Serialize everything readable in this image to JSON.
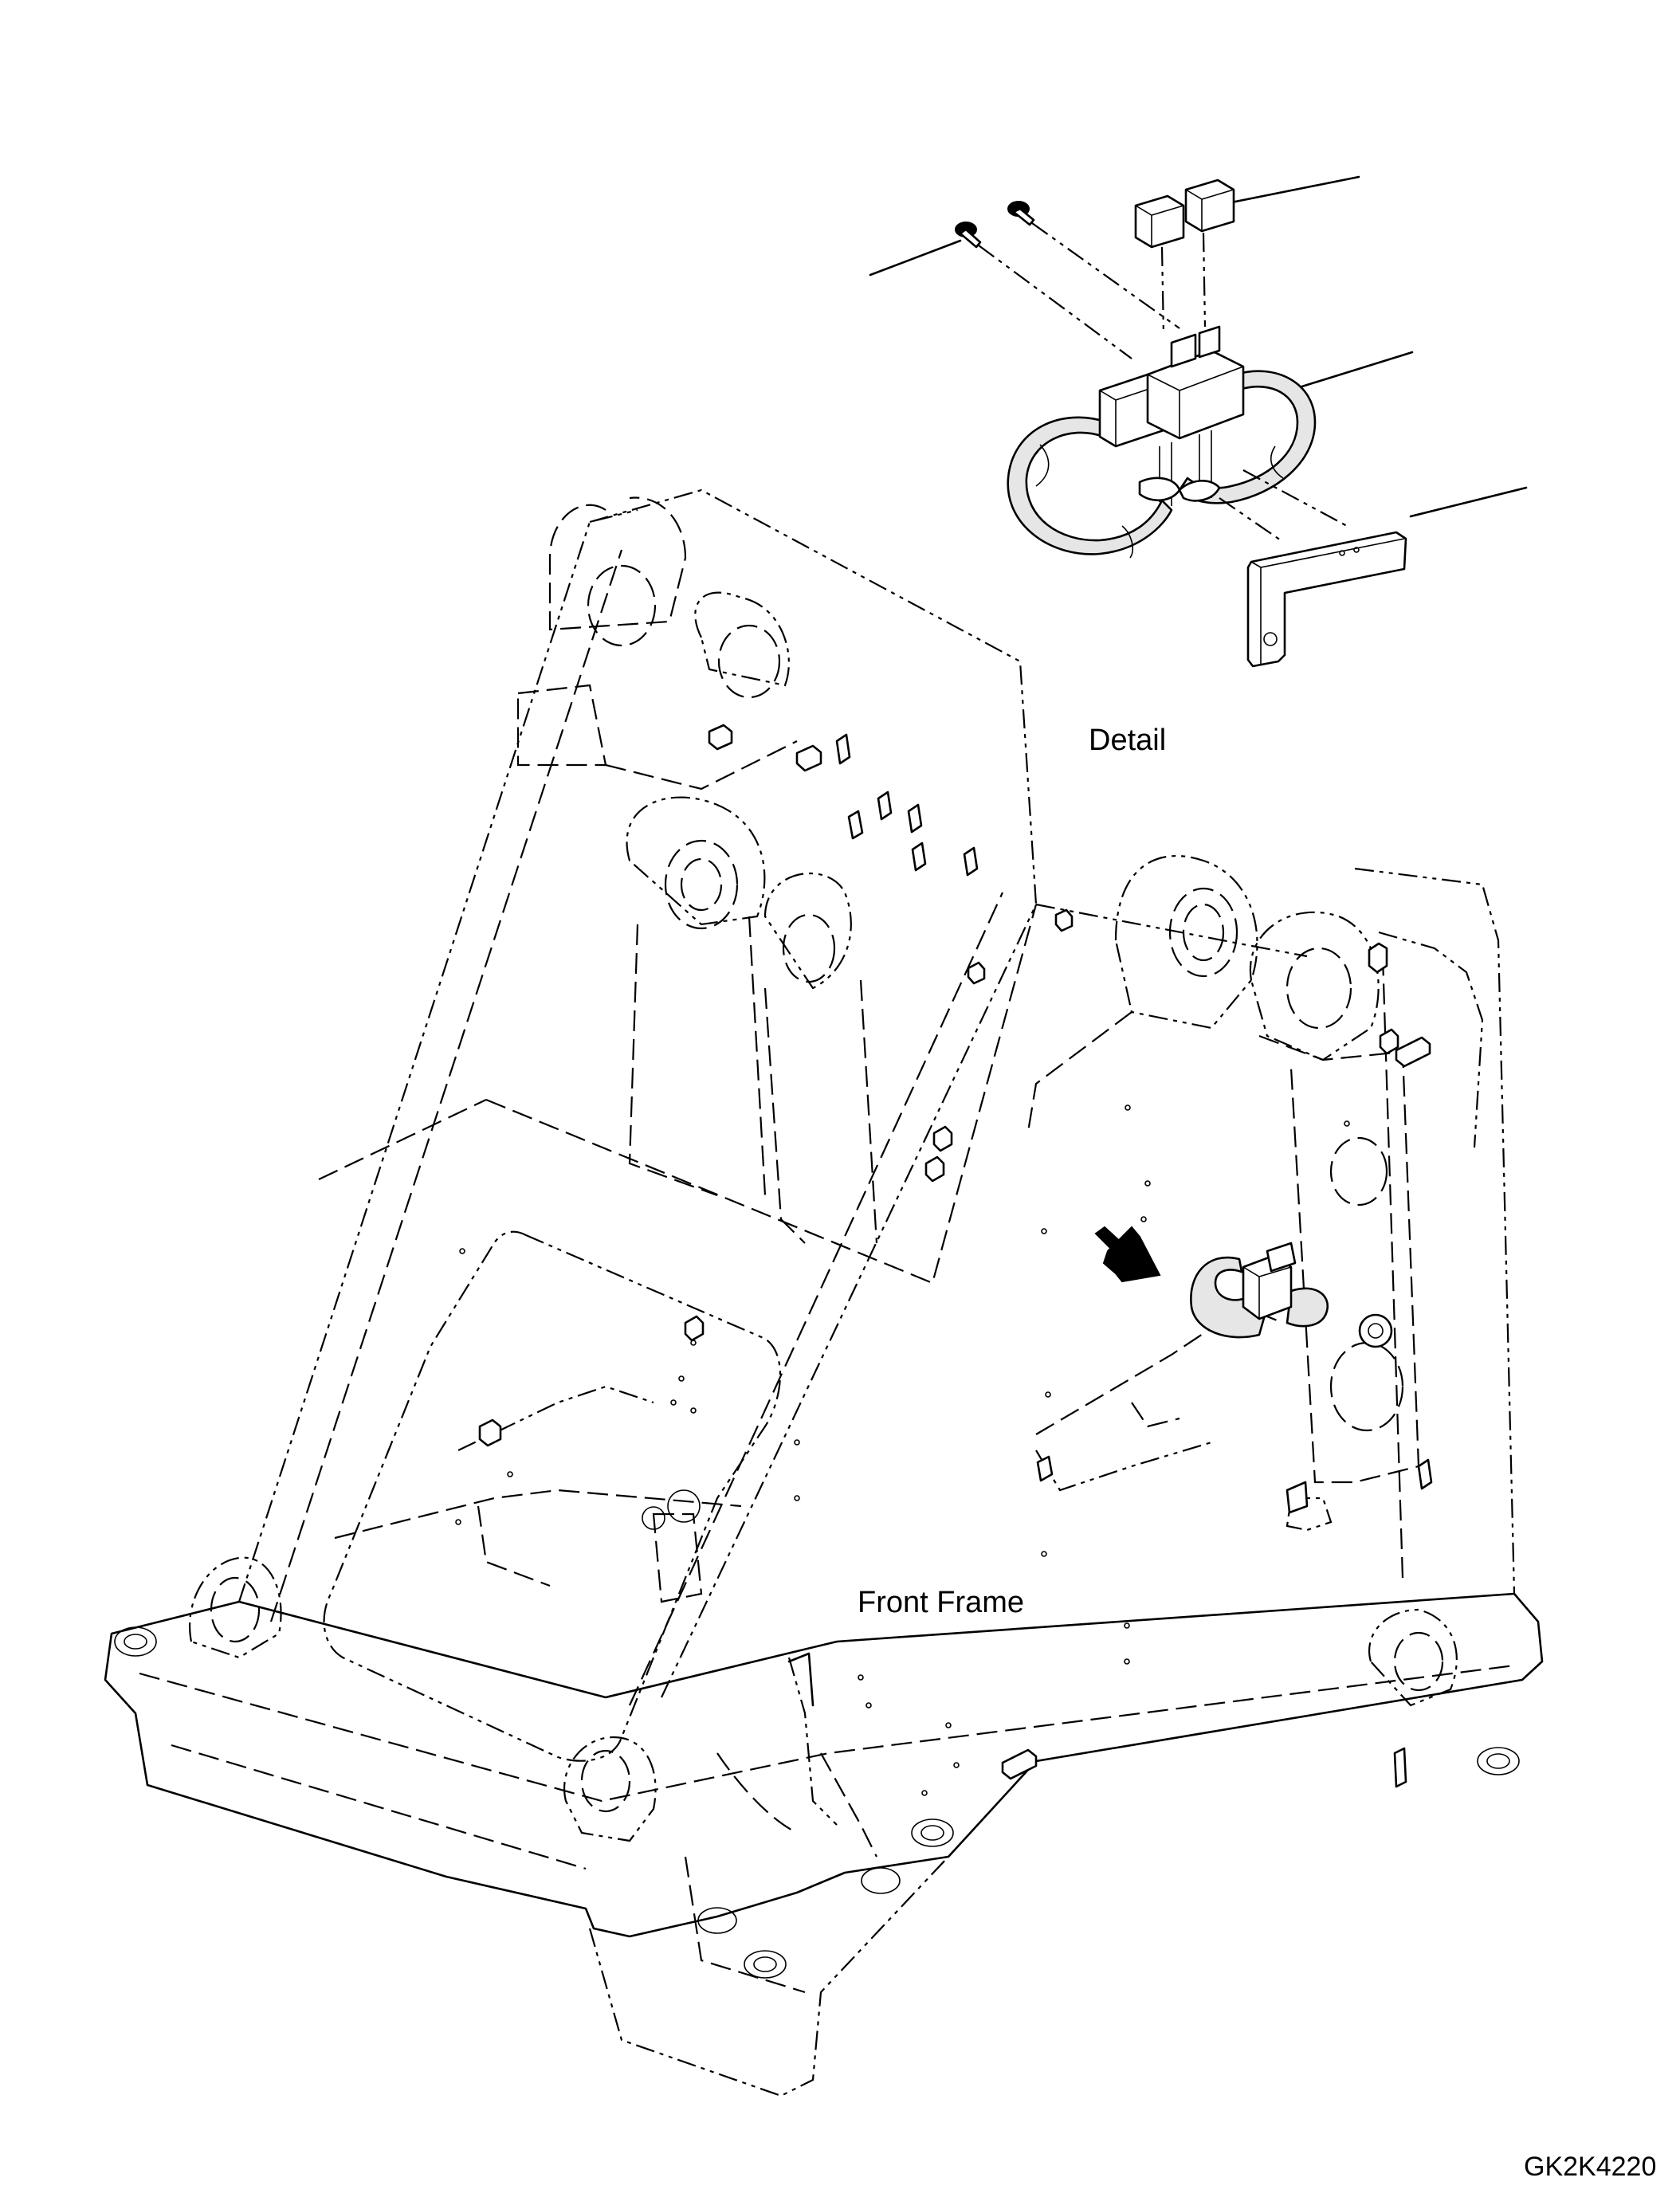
{
  "labels": {
    "detail": "Detail",
    "front_frame": "Front Frame",
    "drawing_code": "GK2K4220"
  },
  "icons": {
    "arrow": "location-arrow-icon"
  },
  "colors": {
    "line": "#000000",
    "background": "#ffffff"
  }
}
